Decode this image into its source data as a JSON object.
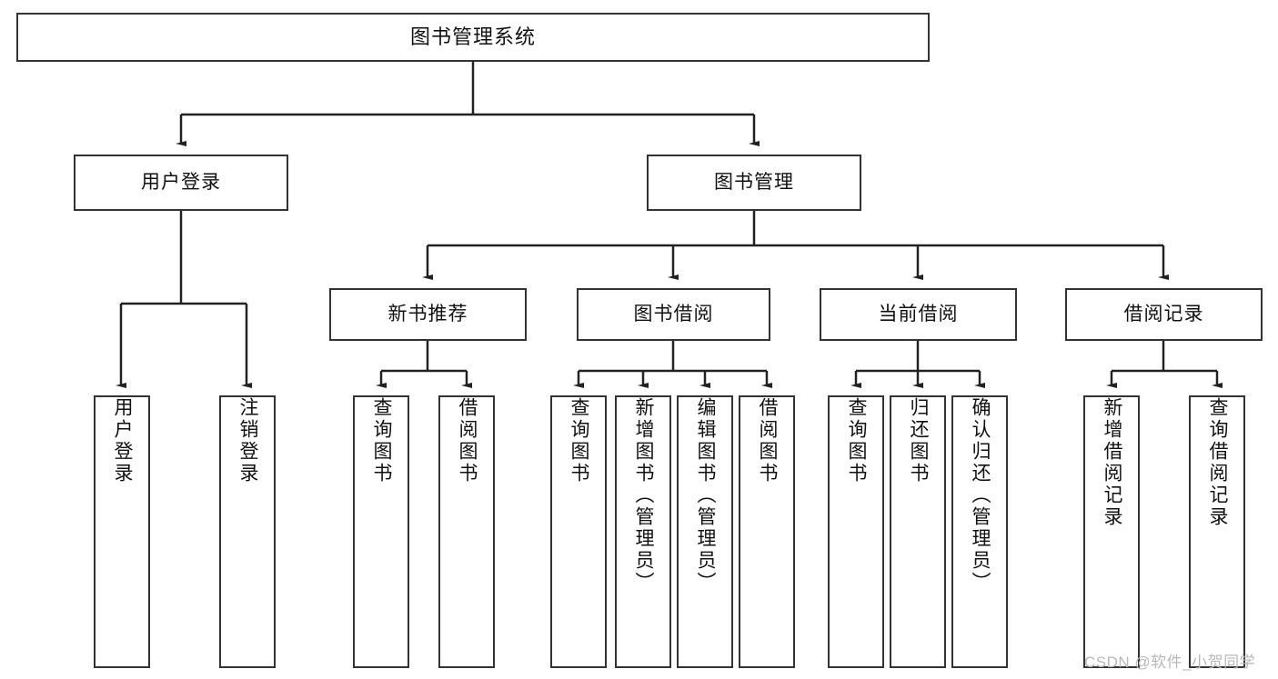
{
  "diagram": {
    "title": "图书管理系统",
    "type": "hierarchy-tree",
    "root": {
      "id": "root",
      "label": "图书管理系统"
    },
    "level2": [
      {
        "id": "user-login",
        "label": "用户登录"
      },
      {
        "id": "book-management",
        "label": "图书管理"
      }
    ],
    "level3": [
      {
        "id": "new-book-recommend",
        "label": "新书推荐"
      },
      {
        "id": "book-borrow",
        "label": "图书借阅"
      },
      {
        "id": "current-borrow",
        "label": "当前借阅"
      },
      {
        "id": "borrow-record",
        "label": "借阅记录"
      }
    ],
    "leaves": {
      "user_login": [
        {
          "id": "leaf-user-login",
          "label": "用户登录"
        },
        {
          "id": "leaf-logout-login",
          "label": "注销登录"
        }
      ],
      "new_book_recommend": [
        {
          "id": "leaf-query-book-1",
          "label": "查询图书"
        },
        {
          "id": "leaf-borrow-book-1",
          "label": "借阅图书"
        }
      ],
      "book_borrow": [
        {
          "id": "leaf-query-book-2",
          "label": "查询图书"
        },
        {
          "id": "leaf-add-book",
          "label": "新增图书（管理员）"
        },
        {
          "id": "leaf-edit-book",
          "label": "编辑图书（管理员）"
        },
        {
          "id": "leaf-borrow-book-2",
          "label": "借阅图书"
        }
      ],
      "current_borrow": [
        {
          "id": "leaf-query-book-3",
          "label": "查询图书"
        },
        {
          "id": "leaf-return-book",
          "label": "归还图书"
        },
        {
          "id": "leaf-confirm-return",
          "label": "确认归还（管理员）"
        }
      ],
      "borrow_record": [
        {
          "id": "leaf-add-record",
          "label": "新增借阅记录"
        },
        {
          "id": "leaf-query-record",
          "label": "查询借阅记录"
        }
      ]
    }
  },
  "watermark": {
    "text": "CSDN @软件_小贺同学"
  },
  "colors": {
    "stroke": "#333333",
    "background": "#ffffff",
    "text": "#111111",
    "watermark": "#b8b8b8"
  }
}
